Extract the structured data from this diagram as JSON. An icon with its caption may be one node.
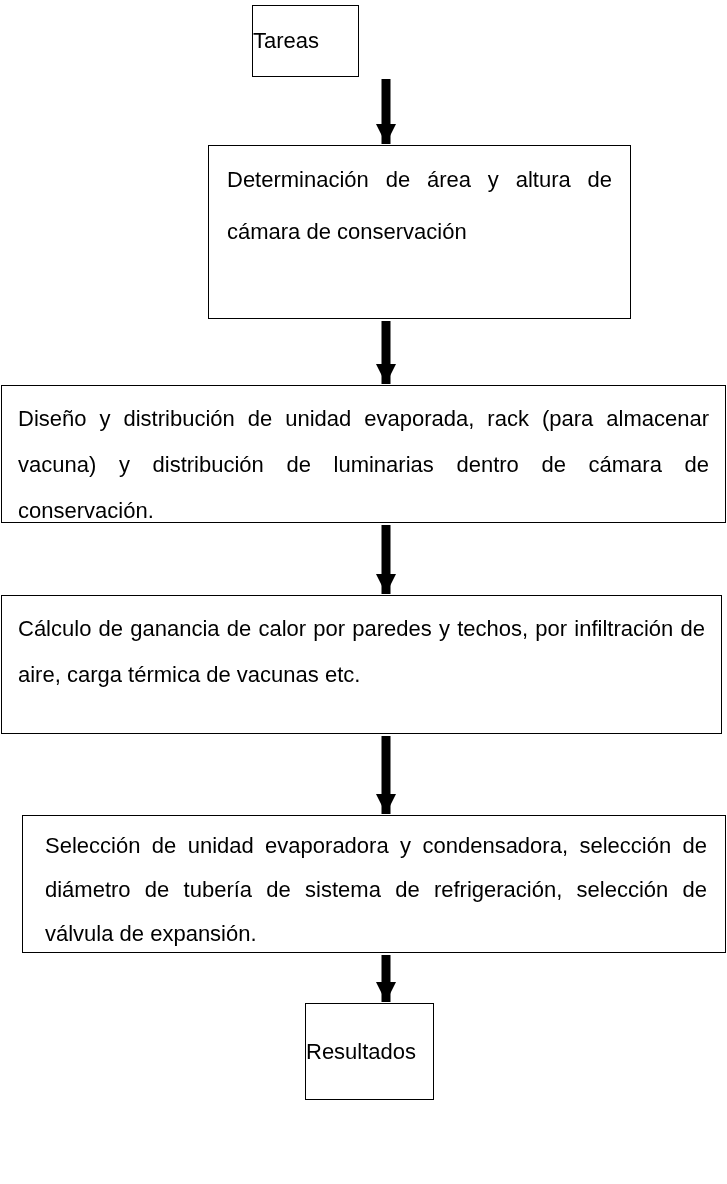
{
  "diagram": {
    "nodes": [
      {
        "text": [
          "Tareas"
        ]
      },
      {
        "text": [
          "Determinación de área y altura de cámara de conservación"
        ]
      },
      {
        "text": [
          "Diseño y distribución de unidad evaporada, rack (para almacenar vacuna) y distribución de luminarias dentro de cámara de conservación."
        ]
      },
      {
        "text": [
          "Cálculo de ganancia de calor por paredes y techos, por infiltración de aire, carga térmica de vacunas etc."
        ]
      },
      {
        "text": [
          "Selección de unidad evaporadora y condensadora, selección de diámetro de tubería de sistema de refrigeración, selección de válvula de expansión."
        ]
      },
      {
        "text": [
          "Resultados"
        ]
      }
    ],
    "edges": [
      {
        "from": 0,
        "to": 1,
        "arrow": "to"
      },
      {
        "from": 1,
        "to": 2,
        "arrow": "to"
      },
      {
        "from": 2,
        "to": 3,
        "arrow": "to"
      },
      {
        "from": 3,
        "to": 4,
        "arrow": "to"
      },
      {
        "from": 4,
        "to": 5,
        "arrow": "to"
      }
    ]
  }
}
